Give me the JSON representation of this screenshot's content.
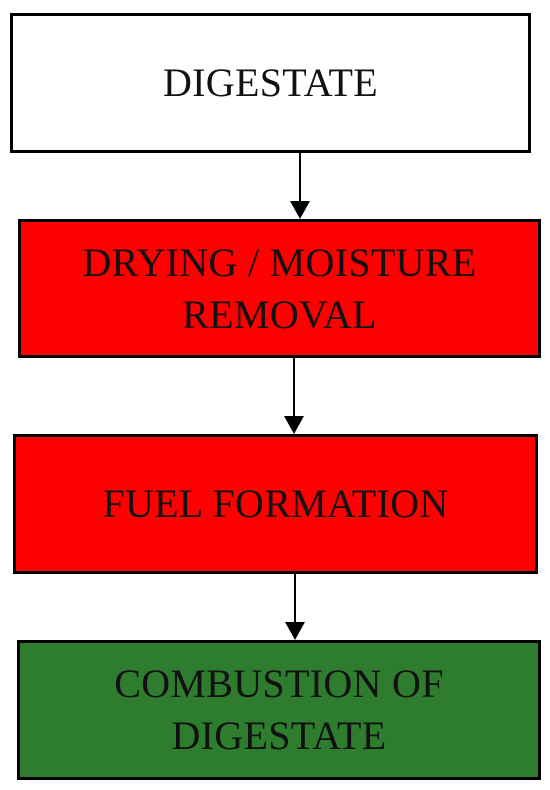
{
  "diagram": {
    "steps": [
      {
        "lines": [
          "DIGESTATE"
        ],
        "fill": "#ffffff"
      },
      {
        "lines": [
          "DRYING / MOISTURE",
          "REMOVAL"
        ],
        "fill": "#ff0000"
      },
      {
        "lines": [
          "FUEL FORMATION"
        ],
        "fill": "#ff0000"
      },
      {
        "lines": [
          "COMBUSTION OF",
          "DIGESTATE"
        ],
        "fill": "#2e7d2e"
      }
    ],
    "border_color": "#000000",
    "arrow_color": "#000000"
  }
}
